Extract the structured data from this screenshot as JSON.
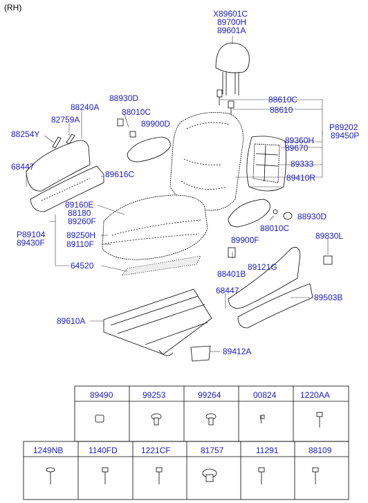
{
  "side_label": "(RH)",
  "callouts": {
    "c89601c": "X89601C",
    "c89700h": "89700H",
    "c89601a": "89601A",
    "c88930d_top": "88930D",
    "c88240a": "88240A",
    "c88010c_top": "88010C",
    "c82759a": "82759A",
    "c89900d": "89900D",
    "c88254y": "88254Y",
    "c88610c": "88610C",
    "c88610": "88610",
    "c89202": "P89202",
    "c89450p": "89450P",
    "c89360h": "89360H",
    "c89670": "89670",
    "c68447_top": "68447",
    "c89616c": "89616C",
    "c89333": "89333",
    "c89410r": "89410R",
    "c89160e": "89160E",
    "c88180": "88180",
    "c89260f": "89260F",
    "c88930d_mid": "88930D",
    "c89104": "P89104",
    "c89430f": "89430F",
    "c89250h": "89250H",
    "c88010c_mid": "88010C",
    "c89900f": "89900F",
    "c89110f": "89110F",
    "c89830l": "89830L",
    "c64520": "64520",
    "c88401b": "88401B",
    "c89121g": "89121G",
    "c68447_bot": "68447",
    "c89503b": "89503B",
    "c89610a": "89610A",
    "c89412a": "89412A"
  },
  "fastener_table": {
    "row1": [
      "89490",
      "99253",
      "99264",
      "00824",
      "1220AA"
    ],
    "row2": [
      "1249NB",
      "1140FD",
      "1221CF",
      "81757",
      "11291",
      "88109"
    ]
  }
}
